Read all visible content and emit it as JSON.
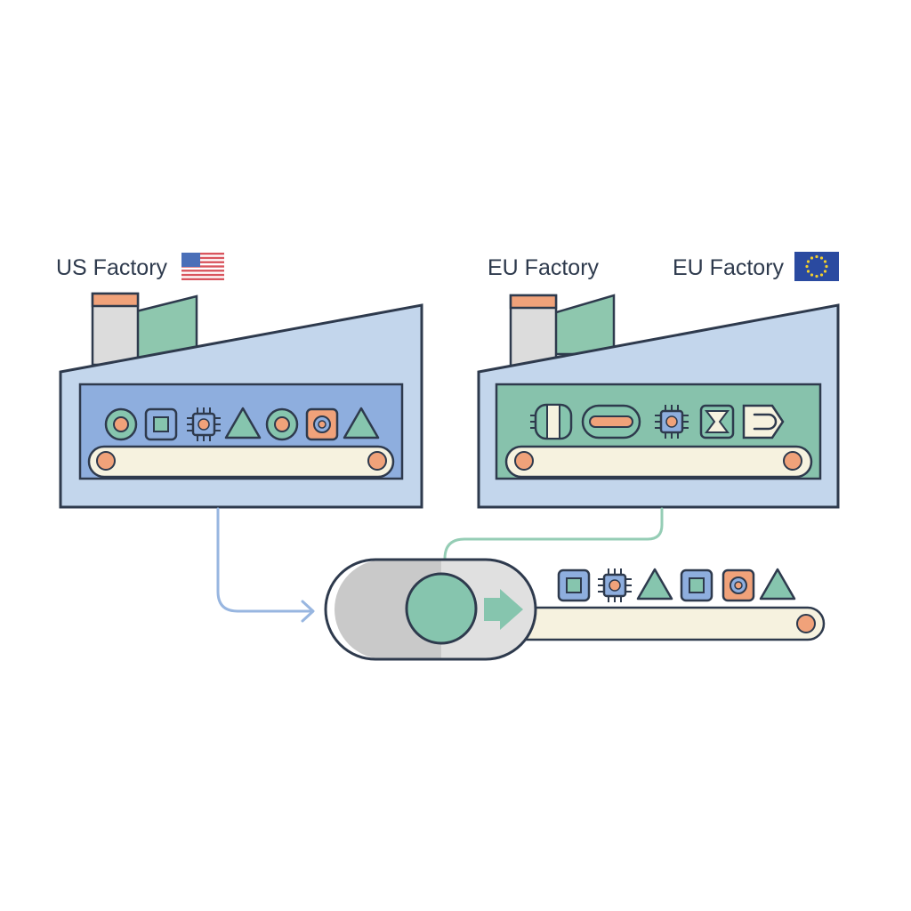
{
  "labels": {
    "us_factory": "US Factory",
    "eu_factory_main": "EU Factory",
    "eu_factory_flag": "EU Factory"
  },
  "colors": {
    "outline": "#2e3a4d",
    "building_blue": "#c3d6ec",
    "window_blue": "#8eaede",
    "window_green": "#87c2ac",
    "chimney_gray": "#dcdcdc",
    "chimney_band": "#f0a27a",
    "shed_green": "#8ec7ae",
    "belt_cream": "#f6f2df",
    "roller_orange": "#f0a27a",
    "arrow_blue": "#98b6e0",
    "arrow_green": "#95cdb5",
    "switch_gray": "#c9c9c9",
    "switch_knob": "#86c5ae",
    "us_flag_red": "#d9555e",
    "eu_flag_blue": "#2a4aa0",
    "eu_star": "#f2cf2e"
  },
  "icons": {
    "us_belt": [
      "ring-icon",
      "square-icon",
      "chip-icon",
      "triangle-icon",
      "ring-icon",
      "target-square-icon",
      "triangle-icon"
    ],
    "eu_belt": [
      "capsule-icon",
      "bar-capsule-icon",
      "chip-icon",
      "hourglass-square-icon",
      "notched-arrow-icon"
    ],
    "output_belt": [
      "square-icon",
      "chip-icon",
      "triangle-icon",
      "square-icon",
      "target-square-icon",
      "triangle-icon"
    ]
  }
}
